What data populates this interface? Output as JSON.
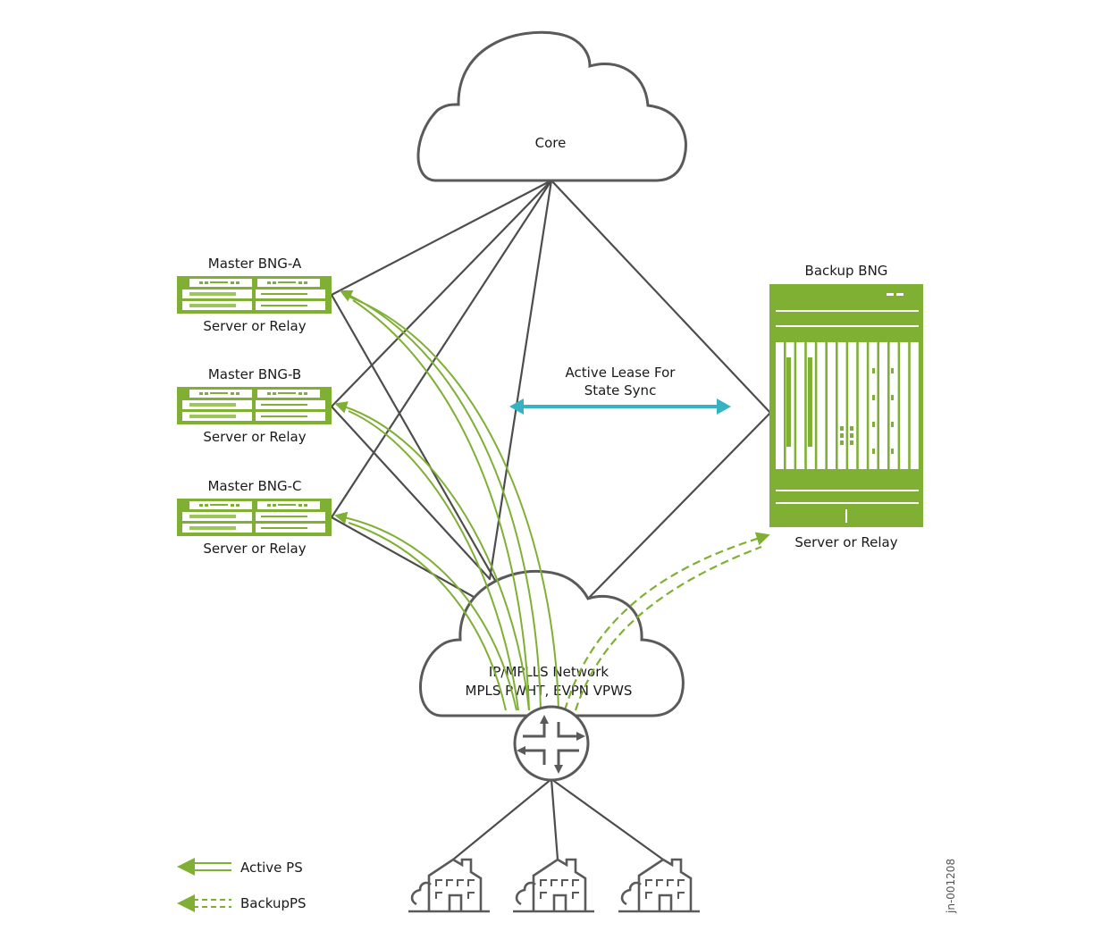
{
  "diagram": {
    "core_cloud": {
      "label": "Core"
    },
    "network_cloud": {
      "line1": "IP/MPLLS Network",
      "line2": "MPLS PWHT, EVPN VPWS"
    },
    "masters": [
      {
        "title": "Master BNG-A",
        "role": "Server or Relay"
      },
      {
        "title": "Master BNG-B",
        "role": "Server or Relay"
      },
      {
        "title": "Master BNG-C",
        "role": "Server or Relay"
      }
    ],
    "backup": {
      "title": "Backup BNG",
      "role": "Server or Relay"
    },
    "sync": {
      "line1": "Active Lease For",
      "line2": "State Sync"
    },
    "legend": {
      "active": "Active PS",
      "backup": "BackupPS"
    },
    "figure_id": "jn-001208",
    "houses_count": 3,
    "colors": {
      "device_green": "#7fb034",
      "sync_teal": "#36b3c2",
      "line_gray": "#4d4d4d",
      "text": "#1a1a1a"
    }
  }
}
